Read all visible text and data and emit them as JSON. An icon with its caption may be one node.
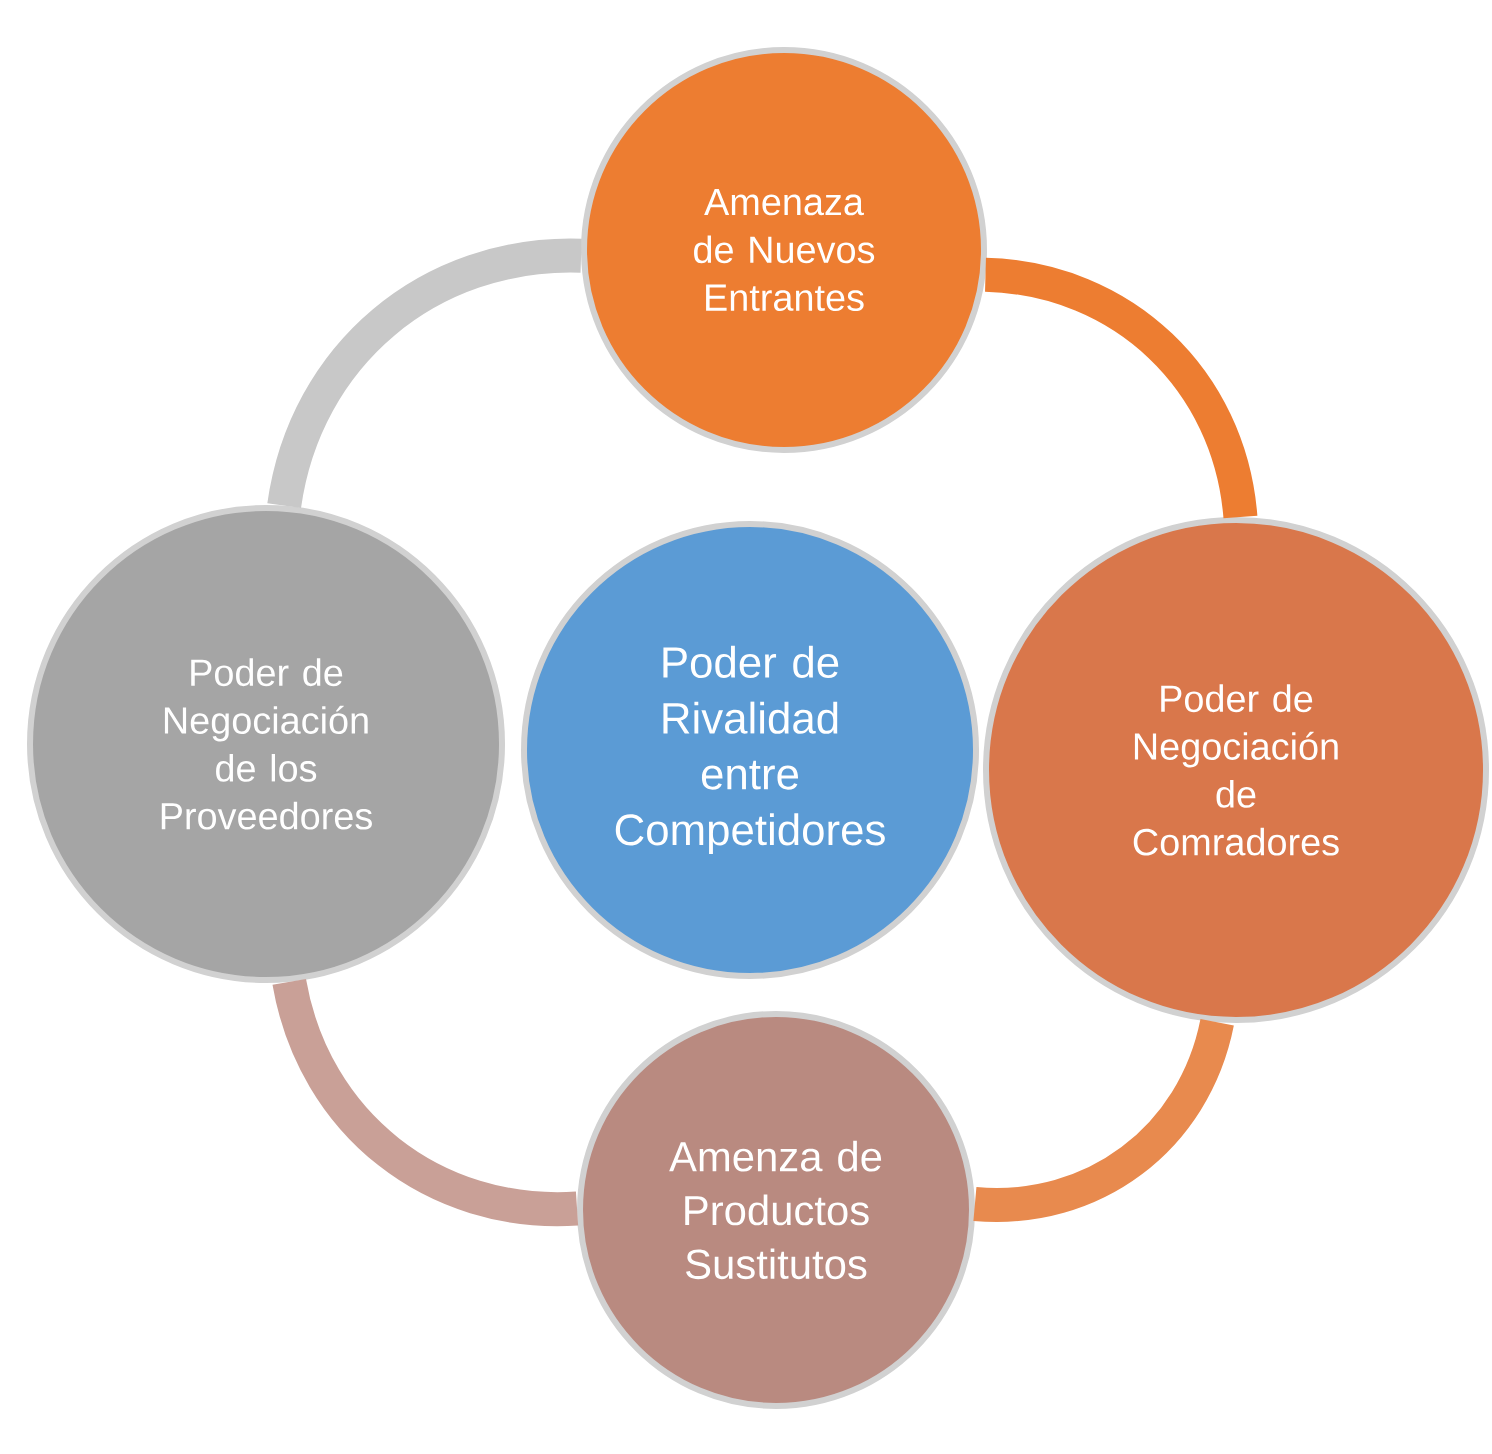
{
  "diagram": {
    "nodes": [
      {
        "text": [
          "Amenaza de Nuevos Entrantes"
        ]
      },
      {
        "text": [
          "Poder de Negociación de los Proveedores"
        ]
      },
      {
        "text": [
          "Poder de Rivalidad entre Competidores"
        ]
      },
      {
        "text": [
          "Poder de Negociación de Comradores"
        ]
      },
      {
        "text": [
          "Amenza de Productos Sustitutos"
        ]
      }
    ],
    "edges": [
      {
        "from": 0,
        "to": 3,
        "arrow": "none",
        "color": "#ed7d31"
      },
      {
        "from": 3,
        "to": 4,
        "arrow": "none",
        "color": "#e88a4e"
      },
      {
        "from": 4,
        "to": 1,
        "arrow": "none",
        "color": "#c9a097"
      },
      {
        "from": 1,
        "to": 0,
        "arrow": "none",
        "color": "#c8c8c8"
      }
    ]
  }
}
